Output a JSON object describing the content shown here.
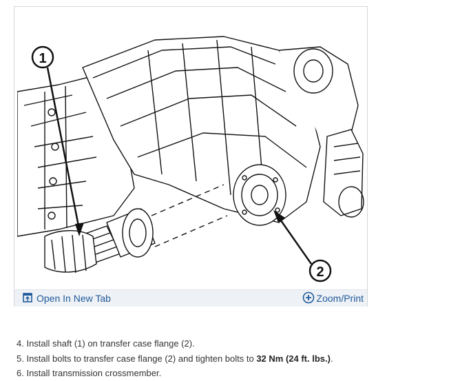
{
  "figure": {
    "callout_1": "1",
    "callout_2": "2",
    "open_tab_label": "Open In New Tab",
    "zoom_print_label": "Zoom/Print",
    "open_tab_icon": "open-in-new-tab-icon",
    "zoom_icon": "zoom-plus-icon",
    "accent_color": "#1f5a9a"
  },
  "steps": [
    {
      "text": "4. Install shaft (1) on transfer case flange (2).",
      "bold": "",
      "suffix": ""
    },
    {
      "text": "5. Install bolts to transfer case flange (2) and tighten bolts to ",
      "bold": "32 Nm (24 ft. lbs.)",
      "suffix": "."
    },
    {
      "text": "6. Install transmission crossmember.",
      "bold": "",
      "suffix": ""
    }
  ]
}
